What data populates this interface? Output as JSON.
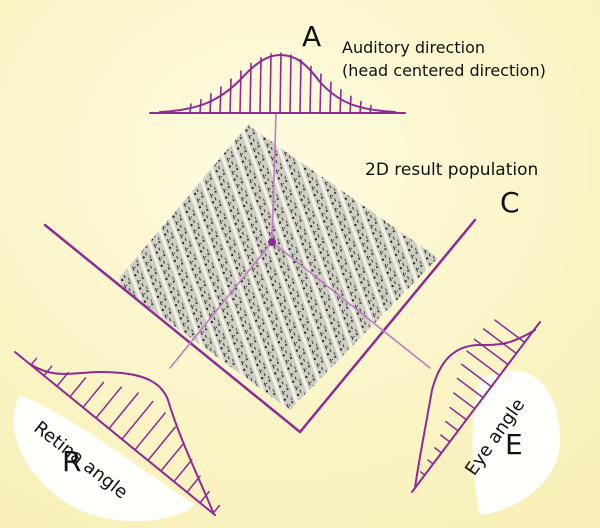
{
  "colors": {
    "background": "#fbf6c8",
    "pen": "#8e2a94",
    "pen_light": "#c07ac4",
    "pattern_gray": "#c9c8bd",
    "pattern_dark": "#222222",
    "white_patch": "#ffffff"
  },
  "labels": {
    "A": "A",
    "auditory_line1": "Auditory direction",
    "auditory_line2": "(head centered direction)",
    "result": "2D result population",
    "C": "C",
    "retina": "Retina angle",
    "R": "R",
    "eye": "Eye angle",
    "E": "E"
  }
}
